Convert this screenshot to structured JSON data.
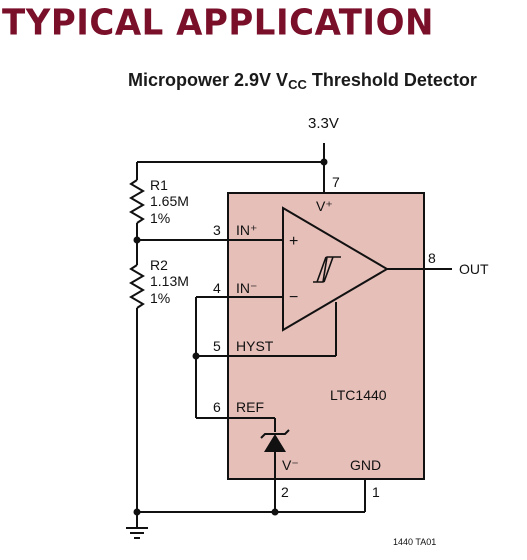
{
  "banner": {
    "title": "TYPICAL APPLICATION"
  },
  "figure": {
    "title_main": "Micropower 2.9V V",
    "title_sub": "CC",
    "title_end": " Threshold Detector",
    "figure_id": "1440 TA01"
  },
  "supply": {
    "label": "3.3V"
  },
  "resistors": {
    "r1": {
      "ref": "R1",
      "value": "1.65M",
      "tol": "1%"
    },
    "r2": {
      "ref": "R2",
      "value": "1.13M",
      "tol": "1%"
    }
  },
  "ic": {
    "part": "LTC1440",
    "pins": {
      "vplus": {
        "num": "7",
        "label": "V⁺"
      },
      "inplus": {
        "num": "3",
        "label": "IN⁺"
      },
      "inminus": {
        "num": "4",
        "label": "IN⁻"
      },
      "hyst": {
        "num": "5",
        "label": "HYST"
      },
      "ref": {
        "num": "6",
        "label": "REF"
      },
      "vminus": {
        "num": "2",
        "label": "V⁻"
      },
      "gnd": {
        "num": "1",
        "label": "GND"
      },
      "out": {
        "num": "8",
        "label": "OUT"
      }
    },
    "opamp": {
      "plus": "+",
      "minus": "−"
    }
  },
  "colors": {
    "chip_fill": "#e6bfb9",
    "banner": "#7a0f2a",
    "wire": "#111111"
  }
}
